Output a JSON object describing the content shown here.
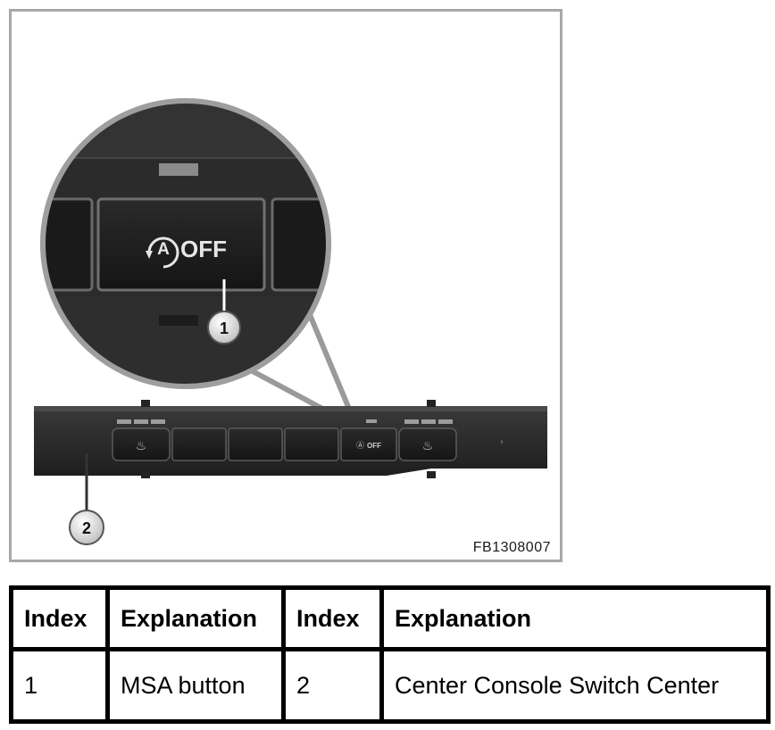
{
  "figure": {
    "button_label": "OFF",
    "button_letter": "A",
    "small_button_label": "OFF",
    "callouts": [
      {
        "label": "1"
      },
      {
        "label": "2"
      }
    ],
    "figure_code": "FB1308007"
  },
  "legend_table": {
    "headers": [
      "Index",
      "Explanation",
      "Index",
      "Explanation"
    ],
    "rows": [
      [
        "1",
        "MSA button",
        "2",
        "Center Console Switch Center"
      ]
    ]
  }
}
